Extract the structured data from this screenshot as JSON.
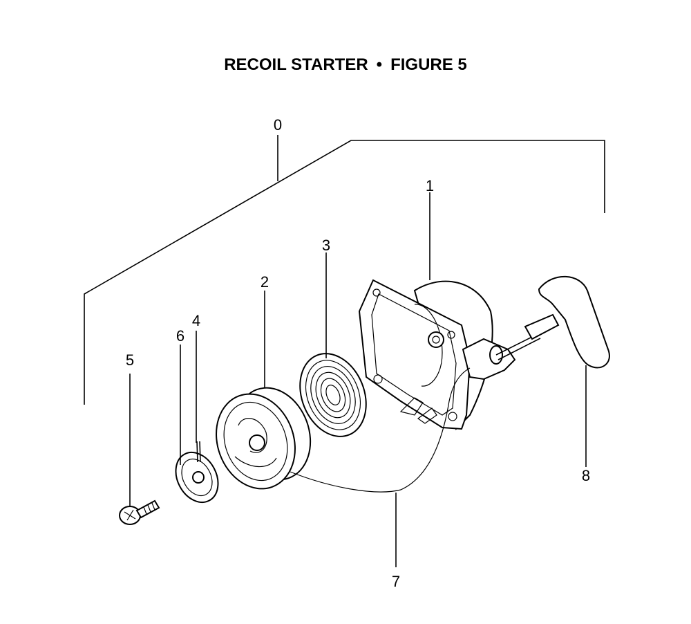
{
  "title": {
    "left": "RECOIL STARTER",
    "separator": "•",
    "right": "FIGURE 5"
  },
  "callouts": {
    "c0": "0",
    "c1": "1",
    "c2": "2",
    "c3": "3",
    "c4": "4",
    "c5": "5",
    "c6": "6",
    "c7": "7",
    "c8": "8"
  }
}
